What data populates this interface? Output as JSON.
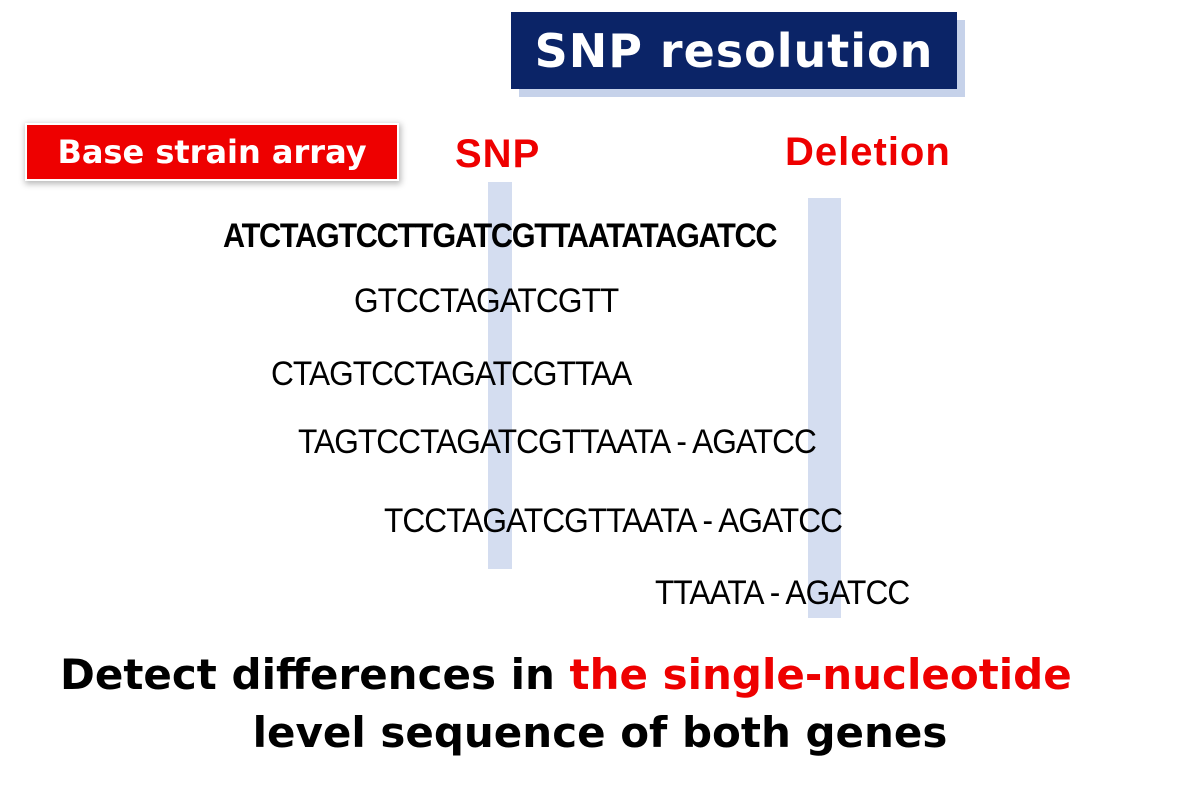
{
  "title": "SNP resolution",
  "base_label": "Base strain array",
  "columns": {
    "snp": "SNP",
    "deletion": "Deletion"
  },
  "reference_sequence": "ATCTAGTCCTTGATCGTTAATATAGATCC",
  "reads": [
    "GTCCTAGATCGTT",
    "CTAGTCCTAGATCGTTAA",
    "TAGTCCTAGATCGTTAATA - AGATCC",
    "TCCTAGATCGTTAATA - AGATCC",
    "TTAATA - AGATCC"
  ],
  "caption": {
    "line1_prefix": "Detect differences in ",
    "line1_emphasis": "the single-nucleotide",
    "line2": "level sequence of both genes"
  },
  "colors": {
    "title_bg": "#0b2467",
    "title_shadow": "#c6d2ea",
    "accent_red": "#ee0000",
    "highlight": "#d4ddf0"
  }
}
